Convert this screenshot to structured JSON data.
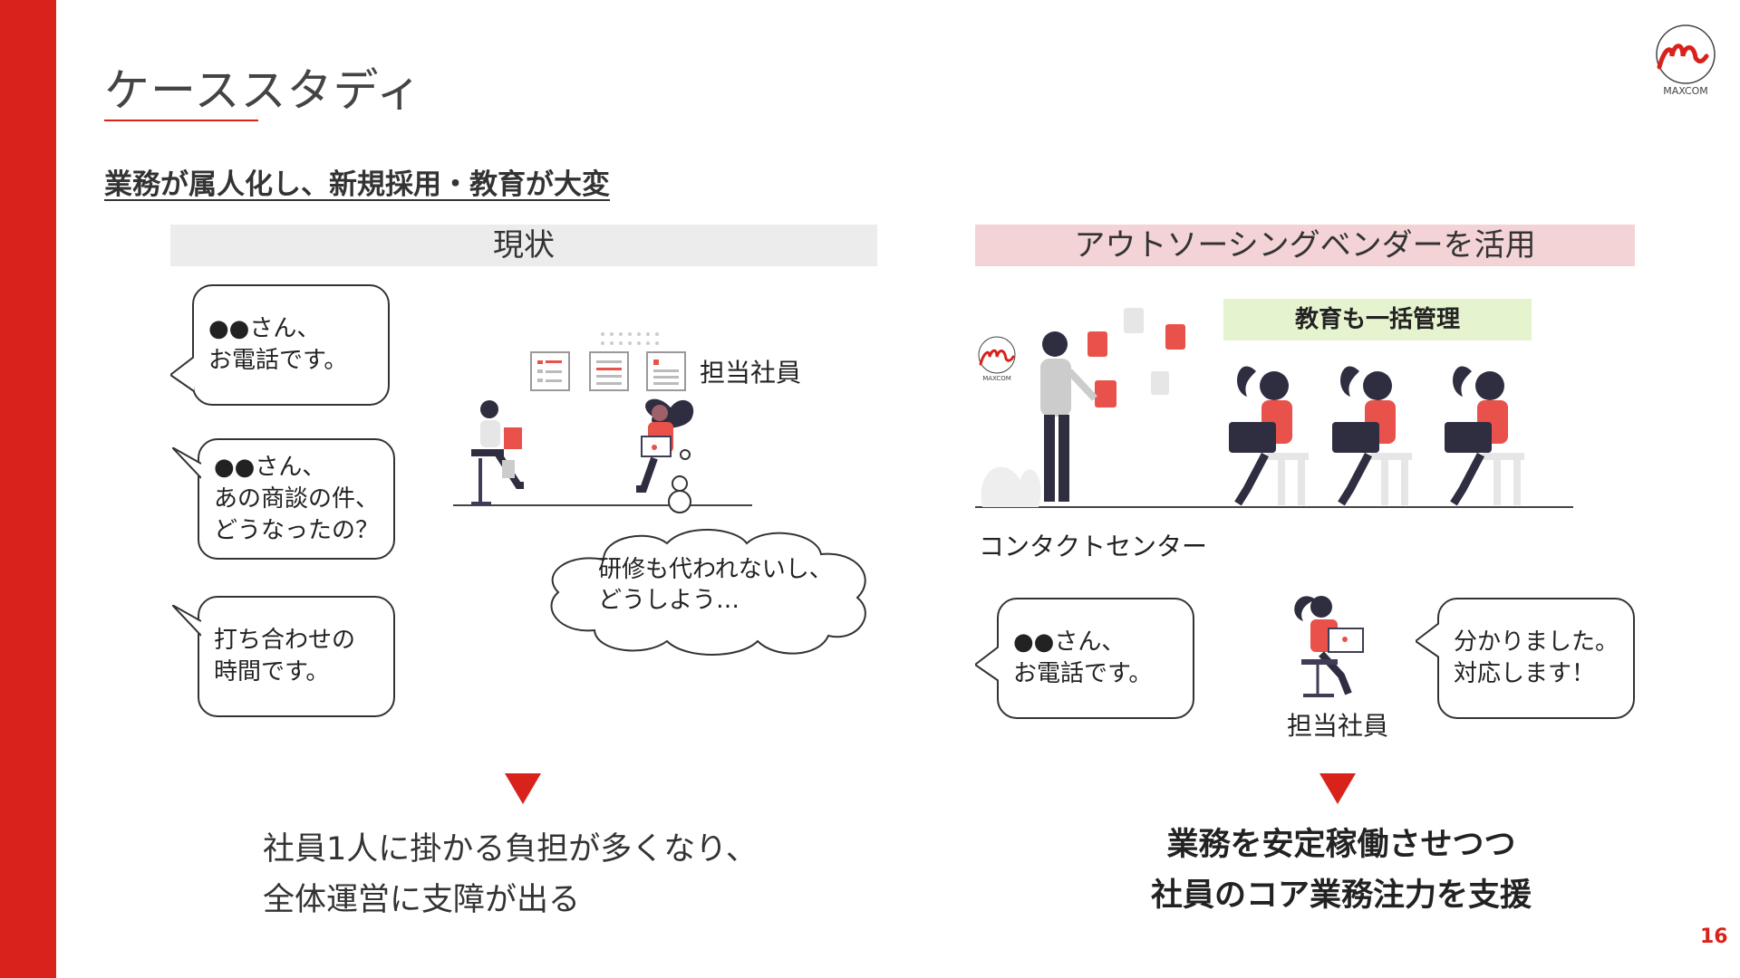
{
  "slide": {
    "title": "ケーススタディ",
    "subtitle": "業務が属人化し、新規採用・教育が大変",
    "page_number": "16",
    "accent_color": "#d9221c"
  },
  "logo": {
    "text": "MAXCOM"
  },
  "left_panel": {
    "header": "現状",
    "bubbles": [
      {
        "line1": "●●さん、",
        "line2": "お電話です。"
      },
      {
        "line1": "●●さん、",
        "line2": "あの商談の件、",
        "line3": "どうなったの？"
      },
      {
        "line1": "打ち合わせの",
        "line2": "時間です。"
      }
    ],
    "staff_label": "担当社員",
    "thought_cloud": {
      "line1": "研修も代われないし、",
      "line2": "どうしよう…"
    },
    "conclusion": {
      "line1": "社員1人に掛かる負担が多くなり、",
      "line2": "全体運営に支障が出る"
    }
  },
  "right_panel": {
    "header": "アウトソーシングベンダーを活用",
    "tag": "教育も一括管理",
    "small_logo_text": "MAXCOM",
    "contact_center_label": "コンタクトセンター",
    "bubble_left": {
      "line1": "●●さん、",
      "line2": "お電話です。"
    },
    "bubble_right": {
      "line1": "分かりました。",
      "line2": "対応します！"
    },
    "staff_label": "担当社員",
    "conclusion": {
      "line1": "業務を安定稼働させつつ",
      "line2": "社員のコア業務注力を支援"
    }
  },
  "icons": {
    "document": "document-icon",
    "person": "person-illustration",
    "triangle": "down-triangle-icon"
  }
}
